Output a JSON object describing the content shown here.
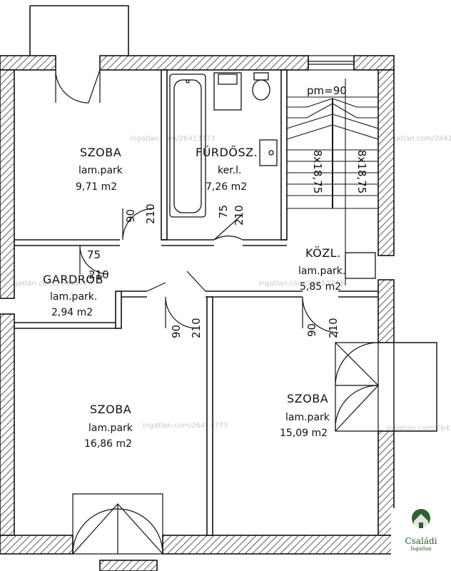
{
  "rooms": [
    {
      "name": "SZOBA",
      "floor": "lam.park",
      "area": "9,71  m2"
    },
    {
      "name": "FÜRDŐSZ.",
      "floor": "ker.l.",
      "area": "7,26  m2"
    },
    {
      "name": "GARDRÓB",
      "floor": "lam.park.",
      "area": "2,94  m2"
    },
    {
      "name": "KÖZL.",
      "floor": "lam.park.",
      "area": "5,85  m2"
    },
    {
      "name": "SZOBA",
      "floor": "lam.park",
      "area": "16,86  m2"
    },
    {
      "name": "SZOBA",
      "floor": "lam.park",
      "area": "15,09  m2"
    }
  ],
  "stair": {
    "landing": "pm=90",
    "flight_1": "8x18,75",
    "flight_2": "8x18,75"
  },
  "door_dims": {
    "d1_w": "90",
    "d1_h": "210",
    "d2_w": "75",
    "d2_h": "210",
    "d3_w": "75",
    "d3_h": "210",
    "d4_w": "90",
    "d4_h": "210",
    "d5_w": "90",
    "d5_h": "210"
  },
  "watermark": "ingatlan.com/26413773",
  "logo": {
    "brand": "Családi",
    "sub": "Ingatlan",
    "icon": "house-tree-icon"
  },
  "colors": {
    "wall": "#111111",
    "hatch": "#333333",
    "background": "#ffffff"
  }
}
